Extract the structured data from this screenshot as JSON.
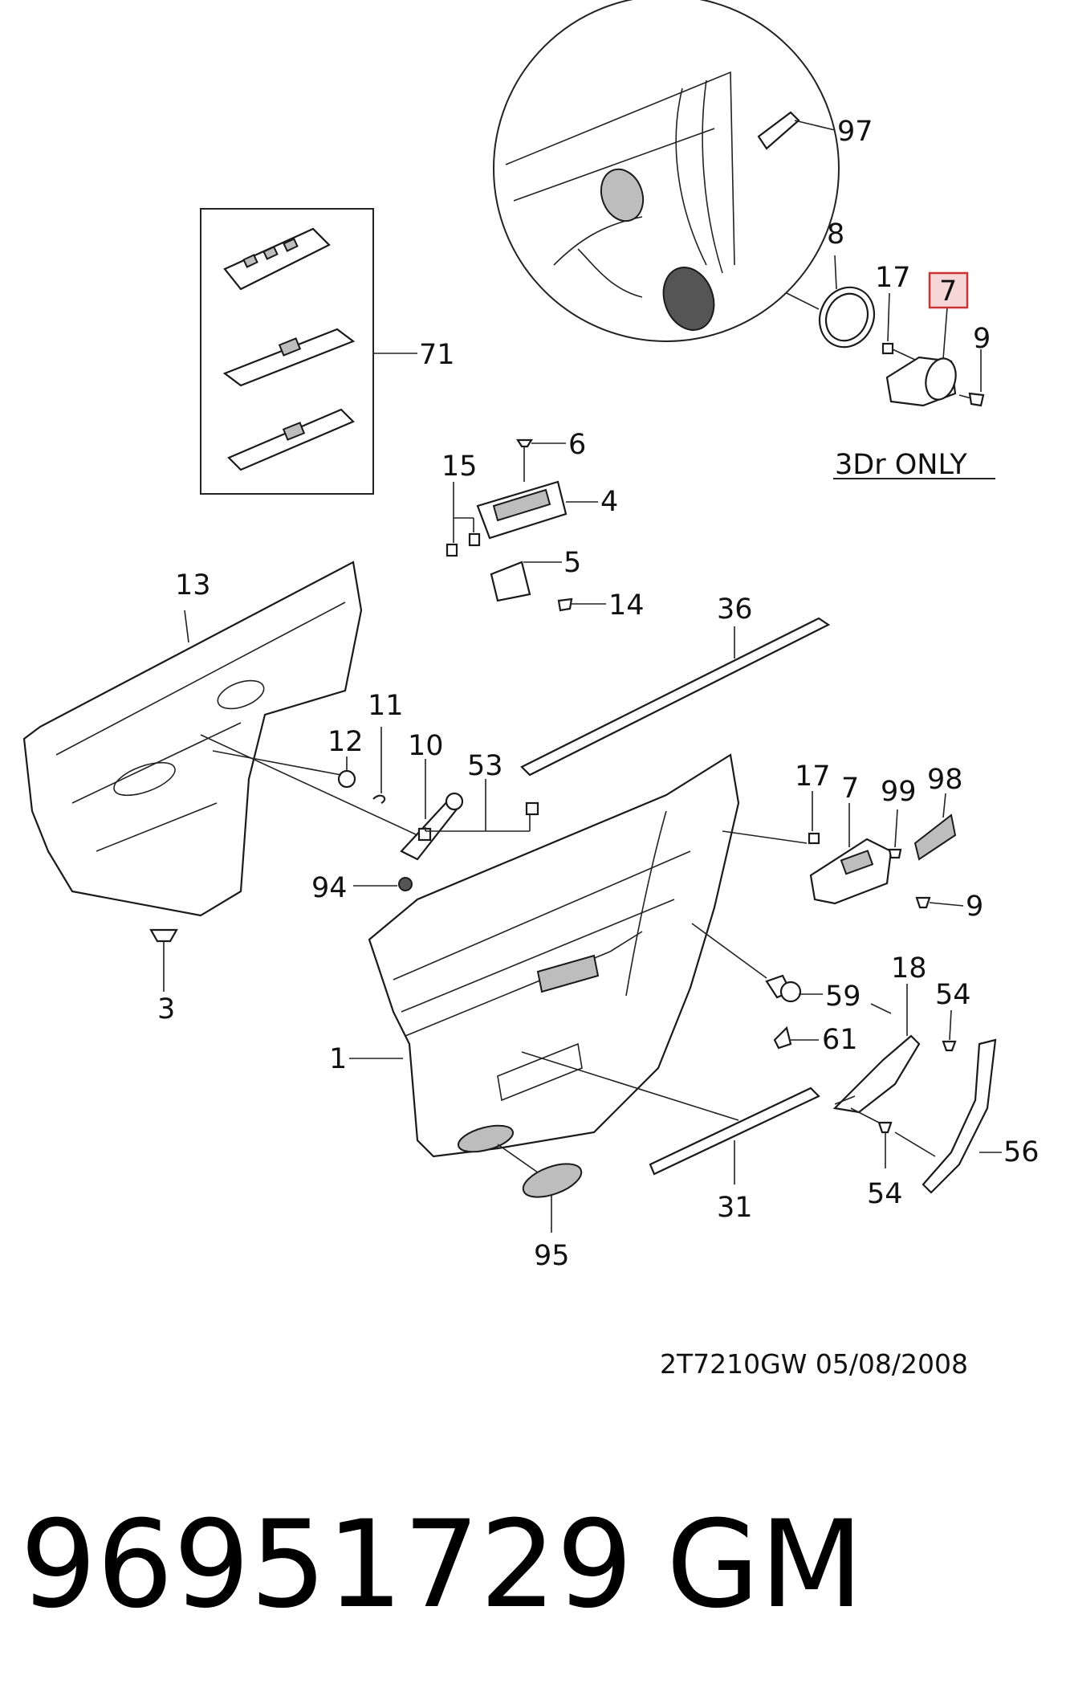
{
  "diagram": {
    "callouts": {
      "c97": "97",
      "c8": "8",
      "c17a": "17",
      "c7highlight": "7",
      "c9a": "9",
      "c3dr": "3Dr ONLY",
      "c71": "71",
      "c6": "6",
      "c15": "15",
      "c4": "4",
      "c5": "5",
      "c14": "14",
      "c13": "13",
      "c36": "36",
      "c12": "12",
      "c11": "11",
      "c10": "10",
      "c53": "53",
      "c17b": "17",
      "c7b": "7",
      "c99": "99",
      "c98": "98",
      "c94": "94",
      "c9b": "9",
      "c3": "3",
      "c59": "59",
      "c18": "18",
      "c54a": "54",
      "c61": "61",
      "c1": "1",
      "c56": "56",
      "c54b": "54",
      "c31": "31",
      "c95": "95"
    },
    "highlight_color": "#cc3333",
    "highlight_fill": "#f6d6d6",
    "footer_code": "2T7210GW  05/08/2008"
  },
  "caption": {
    "part_number": "96951729",
    "brand": "GM"
  }
}
